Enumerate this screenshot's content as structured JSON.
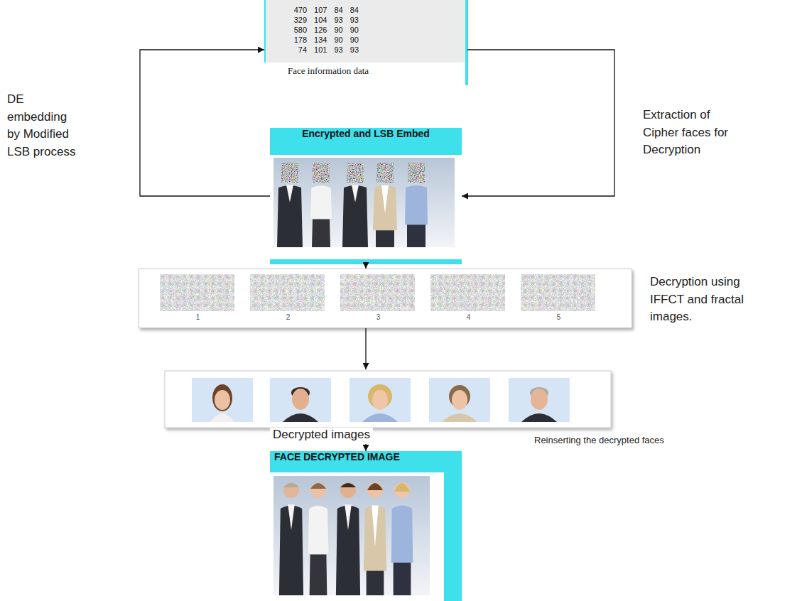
{
  "diagram": {
    "nodes": [
      {
        "text": [
          "Face information data"
        ]
      },
      {
        "text": [
          "Encrypted and LSB Embed"
        ]
      },
      {
        "text": [
          "1",
          "2",
          "3",
          "4",
          "5"
        ]
      },
      {
        "text": [
          "Decrypted images"
        ]
      },
      {
        "text": [
          "FACE DECRYPTED IMAGE"
        ]
      }
    ],
    "edges": [
      {
        "from": 1,
        "to": 0,
        "arrow": "to"
      },
      {
        "from": 0,
        "to": 1,
        "arrow": "to"
      },
      {
        "from": 1,
        "to": 2,
        "arrow": "to"
      },
      {
        "from": 2,
        "to": 3,
        "arrow": "to"
      },
      {
        "from": 3,
        "to": 4,
        "arrow": "to"
      }
    ],
    "labels": [
      "470 107 84 84",
      "329 104 93 93",
      "580 126 90 90",
      "178 134 90 90",
      "74 101 93 93",
      "DE embedding by Modified LSB process",
      "Extraction of Cipher faces for Decryption",
      "Decryption using IFFCT and fractal images.",
      "Reinserting the decrypted faces"
    ]
  }
}
